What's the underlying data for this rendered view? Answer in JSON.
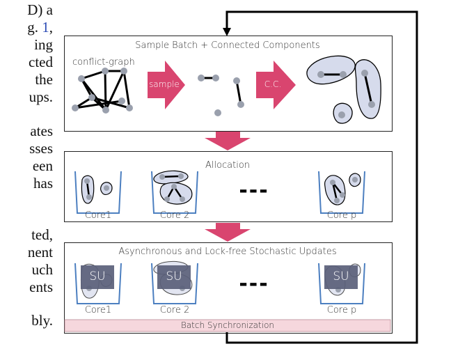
{
  "side_text": [
    {
      "text": "D) a"
    },
    {
      "prefix": "g. ",
      "ref": "1",
      "suffix": ","
    },
    {
      "text": "ing"
    },
    {
      "text": "cted"
    },
    {
      "text": "the"
    },
    {
      "text": "ups."
    },
    {
      "text": ""
    },
    {
      "text": "ates"
    },
    {
      "text": "sses"
    },
    {
      "text": "een"
    },
    {
      "text": "has"
    },
    {
      "text": "ted,"
    },
    {
      "text": "nent"
    },
    {
      "text": "uch"
    },
    {
      "text": "ents"
    },
    {
      "text": "bly."
    }
  ],
  "stage1": {
    "title": "Sample Batch + Connected Components",
    "graph_label": "conflict-graph",
    "sample_label": "sample",
    "cc_label": "C.C."
  },
  "stage2": {
    "title": "Allocation",
    "cores": [
      "Core1",
      "Core 2",
      "Core p"
    ],
    "dashes": "---"
  },
  "stage3": {
    "title": "Asynchronous and Lock-free Stochastic Updates",
    "su_label": "SU",
    "cores": [
      "Core1",
      "Core 2",
      "Core p"
    ],
    "dashes": "---",
    "sync_label": "Batch Synchronization"
  },
  "colors": {
    "arrow": "#d9456f",
    "blob_fill": "#d6dbec",
    "node": "#9aa0ad",
    "su_box": "#5a5f7a",
    "sync_bar": "#f6d7dd",
    "bucket": "#4c7fc0"
  }
}
